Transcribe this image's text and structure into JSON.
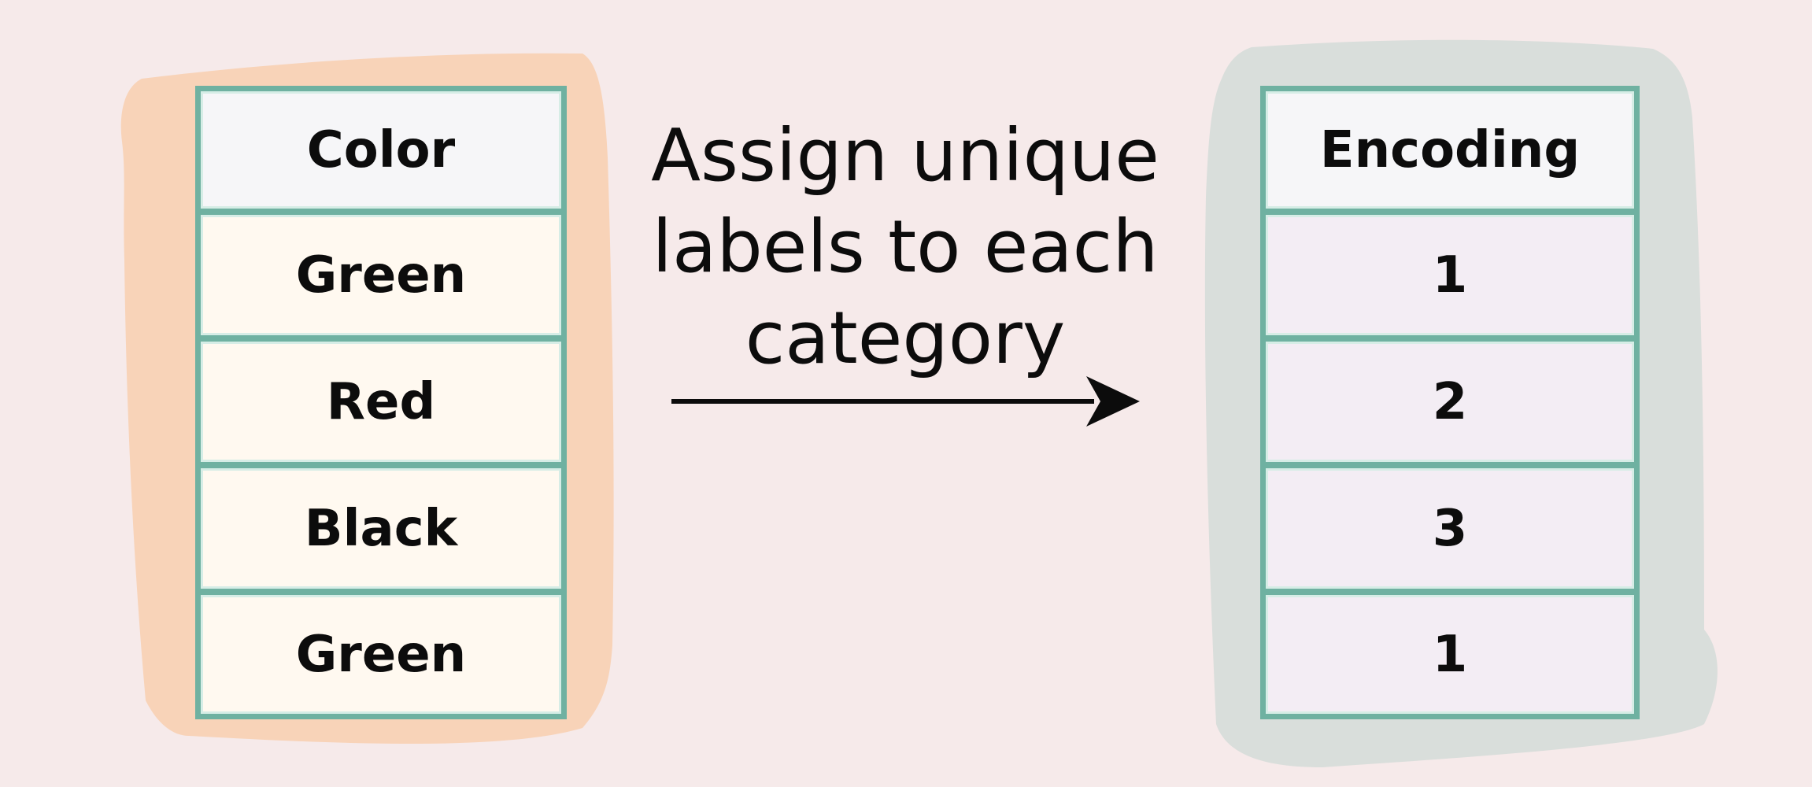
{
  "left_table": {
    "header": "Color",
    "rows": [
      "Green",
      "Red",
      "Black",
      "Green"
    ]
  },
  "right_table": {
    "header": "Encoding",
    "rows": [
      "1",
      "2",
      "3",
      "1"
    ]
  },
  "caption": {
    "lines": [
      "Assign unique",
      "labels to each",
      "category"
    ]
  },
  "colors": {
    "background": "#f6eaea",
    "left_blob": "#f8d3b8",
    "right_blob": "#d9dedb",
    "table_border": "#6fb1a1",
    "left_cells": "#fff9f0",
    "right_cells": "#f3edf4",
    "header_cells": "#f6f6f8",
    "text": "#0c0c0c"
  },
  "icons": {
    "arrow": "right-arrow-icon"
  }
}
